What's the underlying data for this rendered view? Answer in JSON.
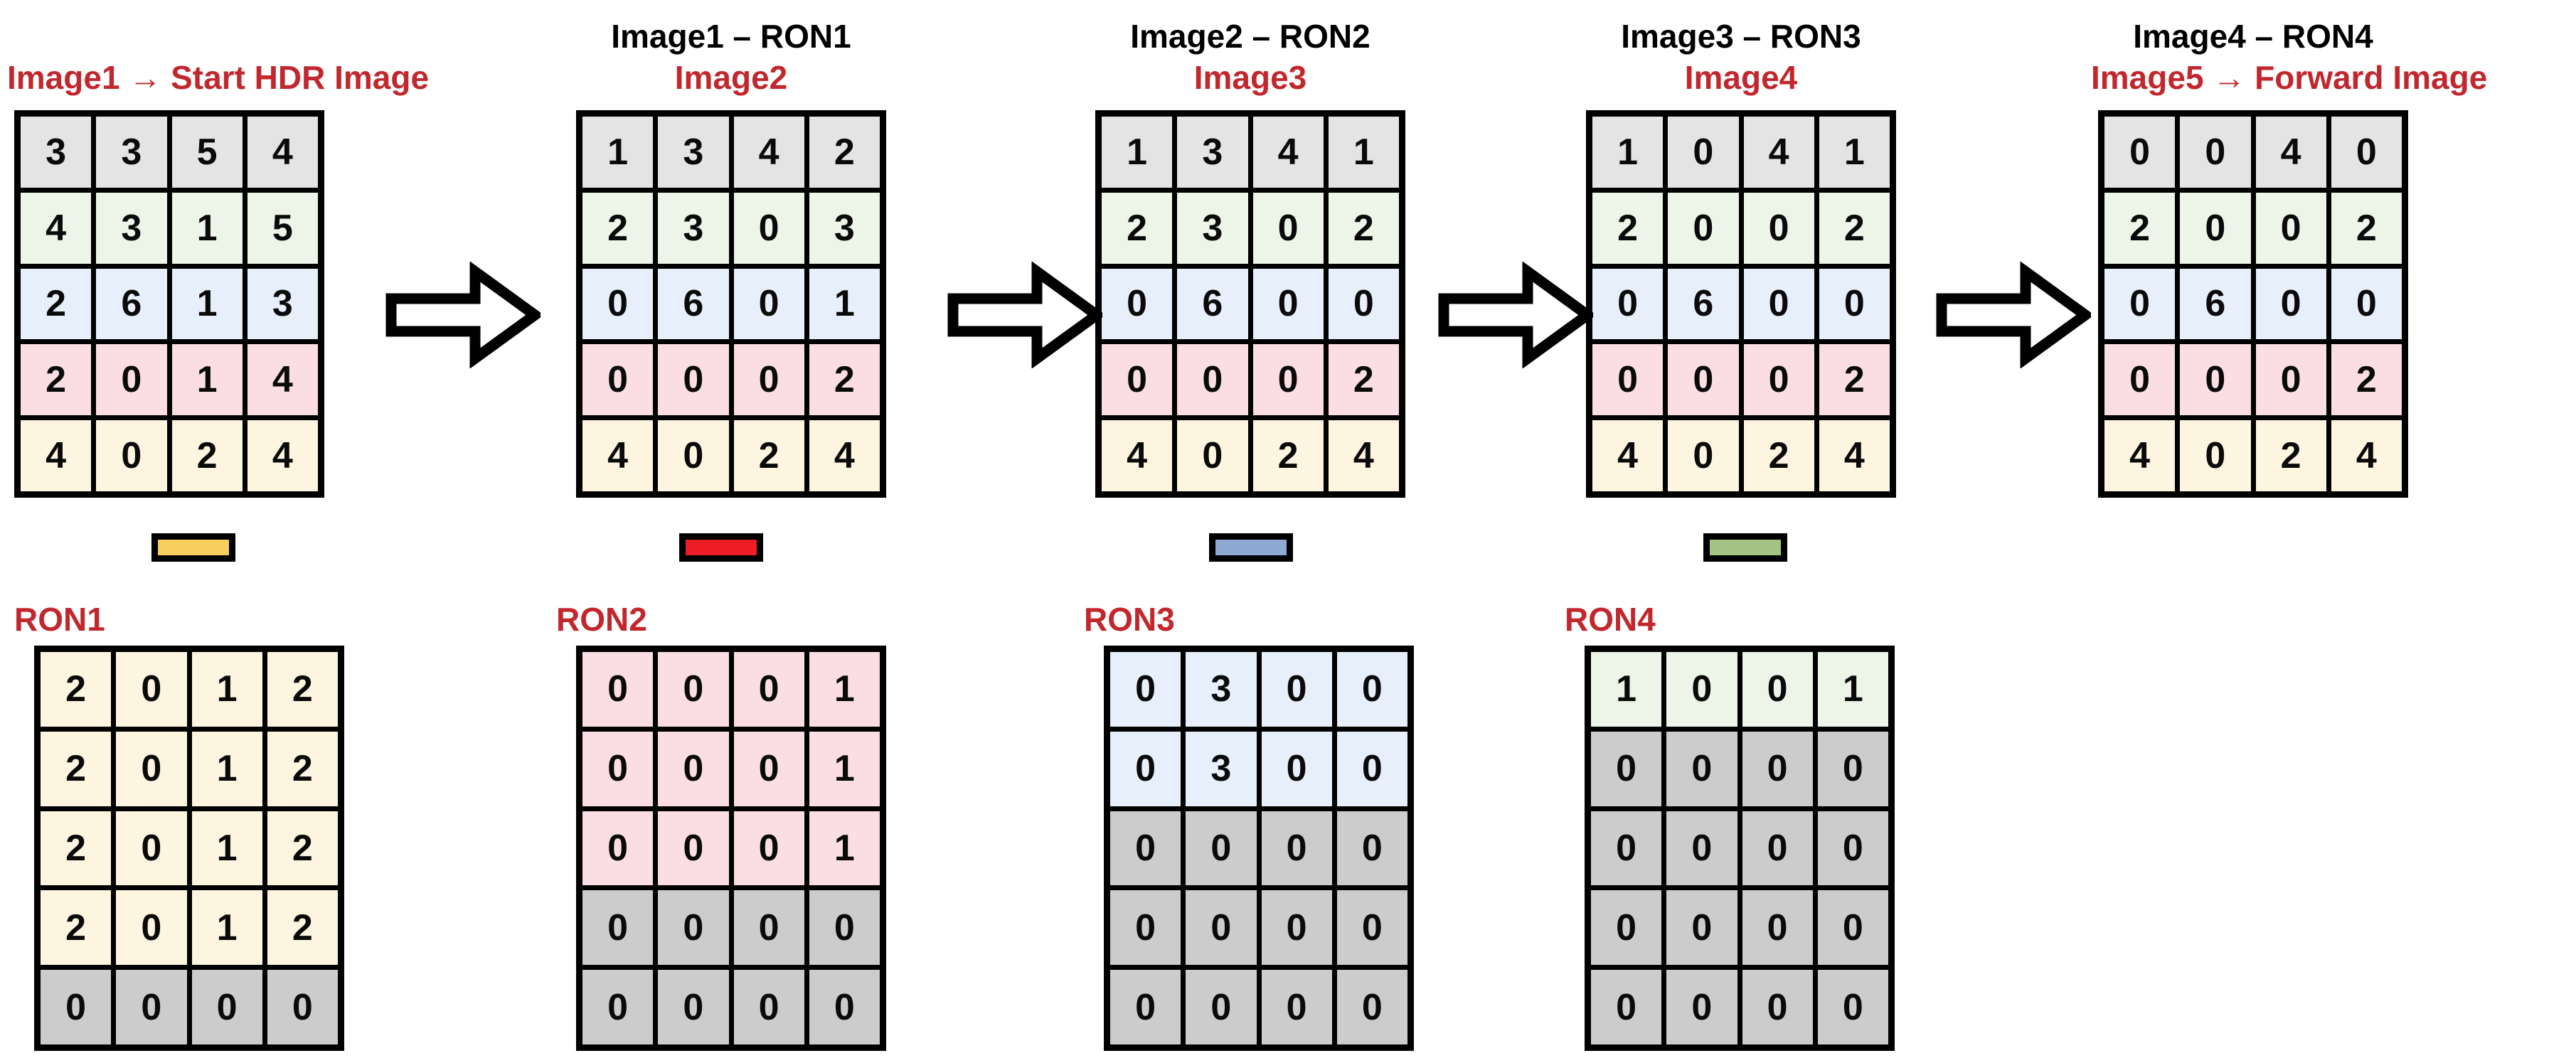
{
  "diagram": {
    "title_colors": {
      "black": "#000000",
      "red": "#C1272D"
    },
    "row_colors": {
      "gray": "#E4E4E4",
      "green": "#EDF4E8",
      "blue": "#E6EFFA",
      "pink": "#FADEE3",
      "cream": "#FDF5DF",
      "zero_gray": "#CCCCCC"
    }
  },
  "top_row": [
    {
      "title_black": "",
      "title_red": "Image1 → Start HDR Image",
      "rows": [
        {
          "cls": "c-gray",
          "values": [
            "3",
            "3",
            "5",
            "4"
          ]
        },
        {
          "cls": "c-green",
          "values": [
            "4",
            "3",
            "1",
            "5"
          ]
        },
        {
          "cls": "c-blue",
          "values": [
            "2",
            "6",
            "1",
            "3"
          ]
        },
        {
          "cls": "c-pink",
          "values": [
            "2",
            "0",
            "1",
            "4"
          ]
        },
        {
          "cls": "c-cream",
          "values": [
            "4",
            "0",
            "2",
            "4"
          ]
        }
      ]
    },
    {
      "title_black": "Image1 – RON1",
      "title_red": "Image2",
      "rows": [
        {
          "cls": "c-gray",
          "values": [
            "1",
            "3",
            "4",
            "2"
          ]
        },
        {
          "cls": "c-green",
          "values": [
            "2",
            "3",
            "0",
            "3"
          ]
        },
        {
          "cls": "c-blue",
          "values": [
            "0",
            "6",
            "0",
            "1"
          ]
        },
        {
          "cls": "c-pink",
          "values": [
            "0",
            "0",
            "0",
            "2"
          ]
        },
        {
          "cls": "c-cream",
          "values": [
            "4",
            "0",
            "2",
            "4"
          ]
        }
      ]
    },
    {
      "title_black": "Image2 – RON2",
      "title_red": "Image3",
      "rows": [
        {
          "cls": "c-gray",
          "values": [
            "1",
            "3",
            "4",
            "1"
          ]
        },
        {
          "cls": "c-green",
          "values": [
            "2",
            "3",
            "0",
            "2"
          ]
        },
        {
          "cls": "c-blue",
          "values": [
            "0",
            "6",
            "0",
            "0"
          ]
        },
        {
          "cls": "c-pink",
          "values": [
            "0",
            "0",
            "0",
            "2"
          ]
        },
        {
          "cls": "c-cream",
          "values": [
            "4",
            "0",
            "2",
            "4"
          ]
        }
      ]
    },
    {
      "title_black": "Image3 – RON3",
      "title_red": "Image4",
      "rows": [
        {
          "cls": "c-gray",
          "values": [
            "1",
            "0",
            "4",
            "1"
          ]
        },
        {
          "cls": "c-green",
          "values": [
            "2",
            "0",
            "0",
            "2"
          ]
        },
        {
          "cls": "c-blue",
          "values": [
            "0",
            "6",
            "0",
            "0"
          ]
        },
        {
          "cls": "c-pink",
          "values": [
            "0",
            "0",
            "0",
            "2"
          ]
        },
        {
          "cls": "c-cream",
          "values": [
            "4",
            "0",
            "2",
            "4"
          ]
        }
      ]
    },
    {
      "title_black": "Image4 – RON4",
      "title_red": "Image5 → Forward Image",
      "rows": [
        {
          "cls": "c-gray",
          "values": [
            "0",
            "0",
            "4",
            "0"
          ]
        },
        {
          "cls": "c-green",
          "values": [
            "2",
            "0",
            "0",
            "2"
          ]
        },
        {
          "cls": "c-blue",
          "values": [
            "0",
            "6",
            "0",
            "0"
          ]
        },
        {
          "cls": "c-pink",
          "values": [
            "0",
            "0",
            "0",
            "2"
          ]
        },
        {
          "cls": "c-cream",
          "values": [
            "4",
            "0",
            "2",
            "4"
          ]
        }
      ]
    }
  ],
  "bottom_row": [
    {
      "label": "RON1",
      "marker_color": "#F8CE5E",
      "rows": [
        {
          "cls": "c-cream",
          "values": [
            "2",
            "0",
            "1",
            "2"
          ]
        },
        {
          "cls": "c-cream",
          "values": [
            "2",
            "0",
            "1",
            "2"
          ]
        },
        {
          "cls": "c-cream",
          "values": [
            "2",
            "0",
            "1",
            "2"
          ]
        },
        {
          "cls": "c-cream",
          "values": [
            "2",
            "0",
            "1",
            "2"
          ]
        },
        {
          "cls": "c-dgray",
          "values": [
            "0",
            "0",
            "0",
            "0"
          ]
        }
      ]
    },
    {
      "label": "RON2",
      "marker_color": "#EE1C25",
      "rows": [
        {
          "cls": "c-pink",
          "values": [
            "0",
            "0",
            "0",
            "1"
          ]
        },
        {
          "cls": "c-pink",
          "values": [
            "0",
            "0",
            "0",
            "1"
          ]
        },
        {
          "cls": "c-pink",
          "values": [
            "0",
            "0",
            "0",
            "1"
          ]
        },
        {
          "cls": "c-dgray",
          "values": [
            "0",
            "0",
            "0",
            "0"
          ]
        },
        {
          "cls": "c-dgray",
          "values": [
            "0",
            "0",
            "0",
            "0"
          ]
        }
      ]
    },
    {
      "label": "RON3",
      "marker_color": "#8EA9D5",
      "rows": [
        {
          "cls": "c-blue",
          "values": [
            "0",
            "3",
            "0",
            "0"
          ]
        },
        {
          "cls": "c-blue",
          "values": [
            "0",
            "3",
            "0",
            "0"
          ]
        },
        {
          "cls": "c-dgray",
          "values": [
            "0",
            "0",
            "0",
            "0"
          ]
        },
        {
          "cls": "c-dgray",
          "values": [
            "0",
            "0",
            "0",
            "0"
          ]
        },
        {
          "cls": "c-dgray",
          "values": [
            "0",
            "0",
            "0",
            "0"
          ]
        }
      ]
    },
    {
      "label": "RON4",
      "marker_color": "#A3C483",
      "rows": [
        {
          "cls": "c-green",
          "values": [
            "1",
            "0",
            "0",
            "1"
          ]
        },
        {
          "cls": "c-dgray",
          "values": [
            "0",
            "0",
            "0",
            "0"
          ]
        },
        {
          "cls": "c-dgray",
          "values": [
            "0",
            "0",
            "0",
            "0"
          ]
        },
        {
          "cls": "c-dgray",
          "values": [
            "0",
            "0",
            "0",
            "0"
          ]
        },
        {
          "cls": "c-dgray",
          "values": [
            "0",
            "0",
            "0",
            "0"
          ]
        }
      ]
    }
  ],
  "arrows": {
    "count": 4,
    "icon": "right-block-arrow-icon"
  }
}
